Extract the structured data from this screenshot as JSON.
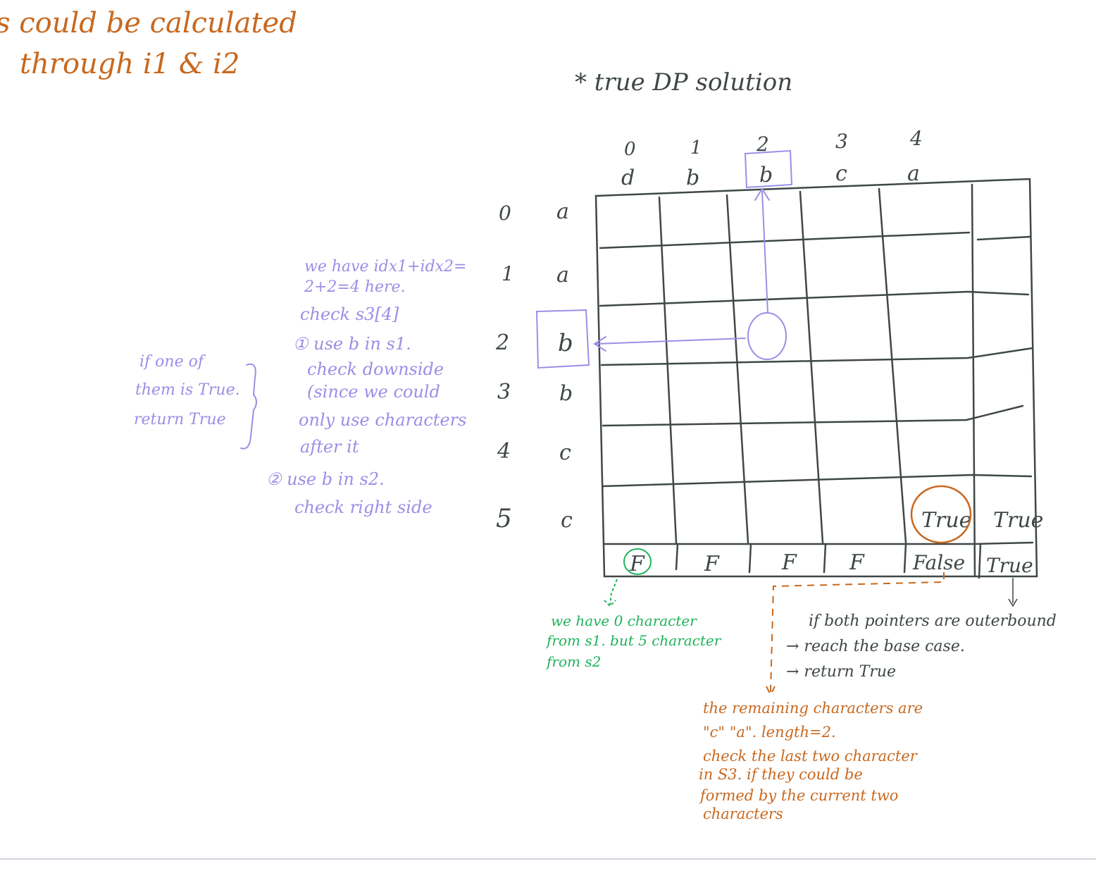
{
  "notes": {
    "top_left_line1": "s could be calculated",
    "top_left_line2": "through i1 & i2",
    "title": "* true DP solution"
  },
  "grid": {
    "col_indices": [
      "0",
      "1",
      "2",
      "3",
      "4"
    ],
    "col_chars": [
      "d",
      "b",
      "b",
      "c",
      "a"
    ],
    "row_indices": [
      "0",
      "1",
      "2",
      "3",
      "4",
      "5"
    ],
    "row_chars": [
      "a",
      "a",
      "b",
      "b",
      "c",
      "c"
    ],
    "cell_true_inner": "True",
    "cell_true_right": "True",
    "bottom_row": [
      "F",
      "F",
      "F",
      "F",
      "False",
      "True"
    ]
  },
  "purple_notes": {
    "lines": [
      "we have idx1+idx2=",
      "2+2=4 here.",
      "check s3[4]",
      "① use b in s1.",
      "check downside",
      "(since we could",
      "only use characters",
      "after it",
      "② use b in s2.",
      "check right side"
    ],
    "side_lines": [
      "if one of",
      "them is True.",
      "return True"
    ]
  },
  "green_note": {
    "lines": [
      "we have 0 character",
      "from s1. but 5 character",
      "from s2"
    ]
  },
  "base_case_note": {
    "lines": [
      "if both pointers are outerbound",
      "→ reach the base case.",
      "→ return True"
    ]
  },
  "orange_note": {
    "lines": [
      "the remaining characters are",
      "\"c\" \"a\".  length=2.",
      "check the last two character",
      "in S3. if they could be",
      "formed by the current two",
      "characters"
    ]
  },
  "colors": {
    "orange": "#c8681e",
    "purple": "#9b8ee6",
    "green": "#1fb35a",
    "grid": "#3f4747"
  }
}
